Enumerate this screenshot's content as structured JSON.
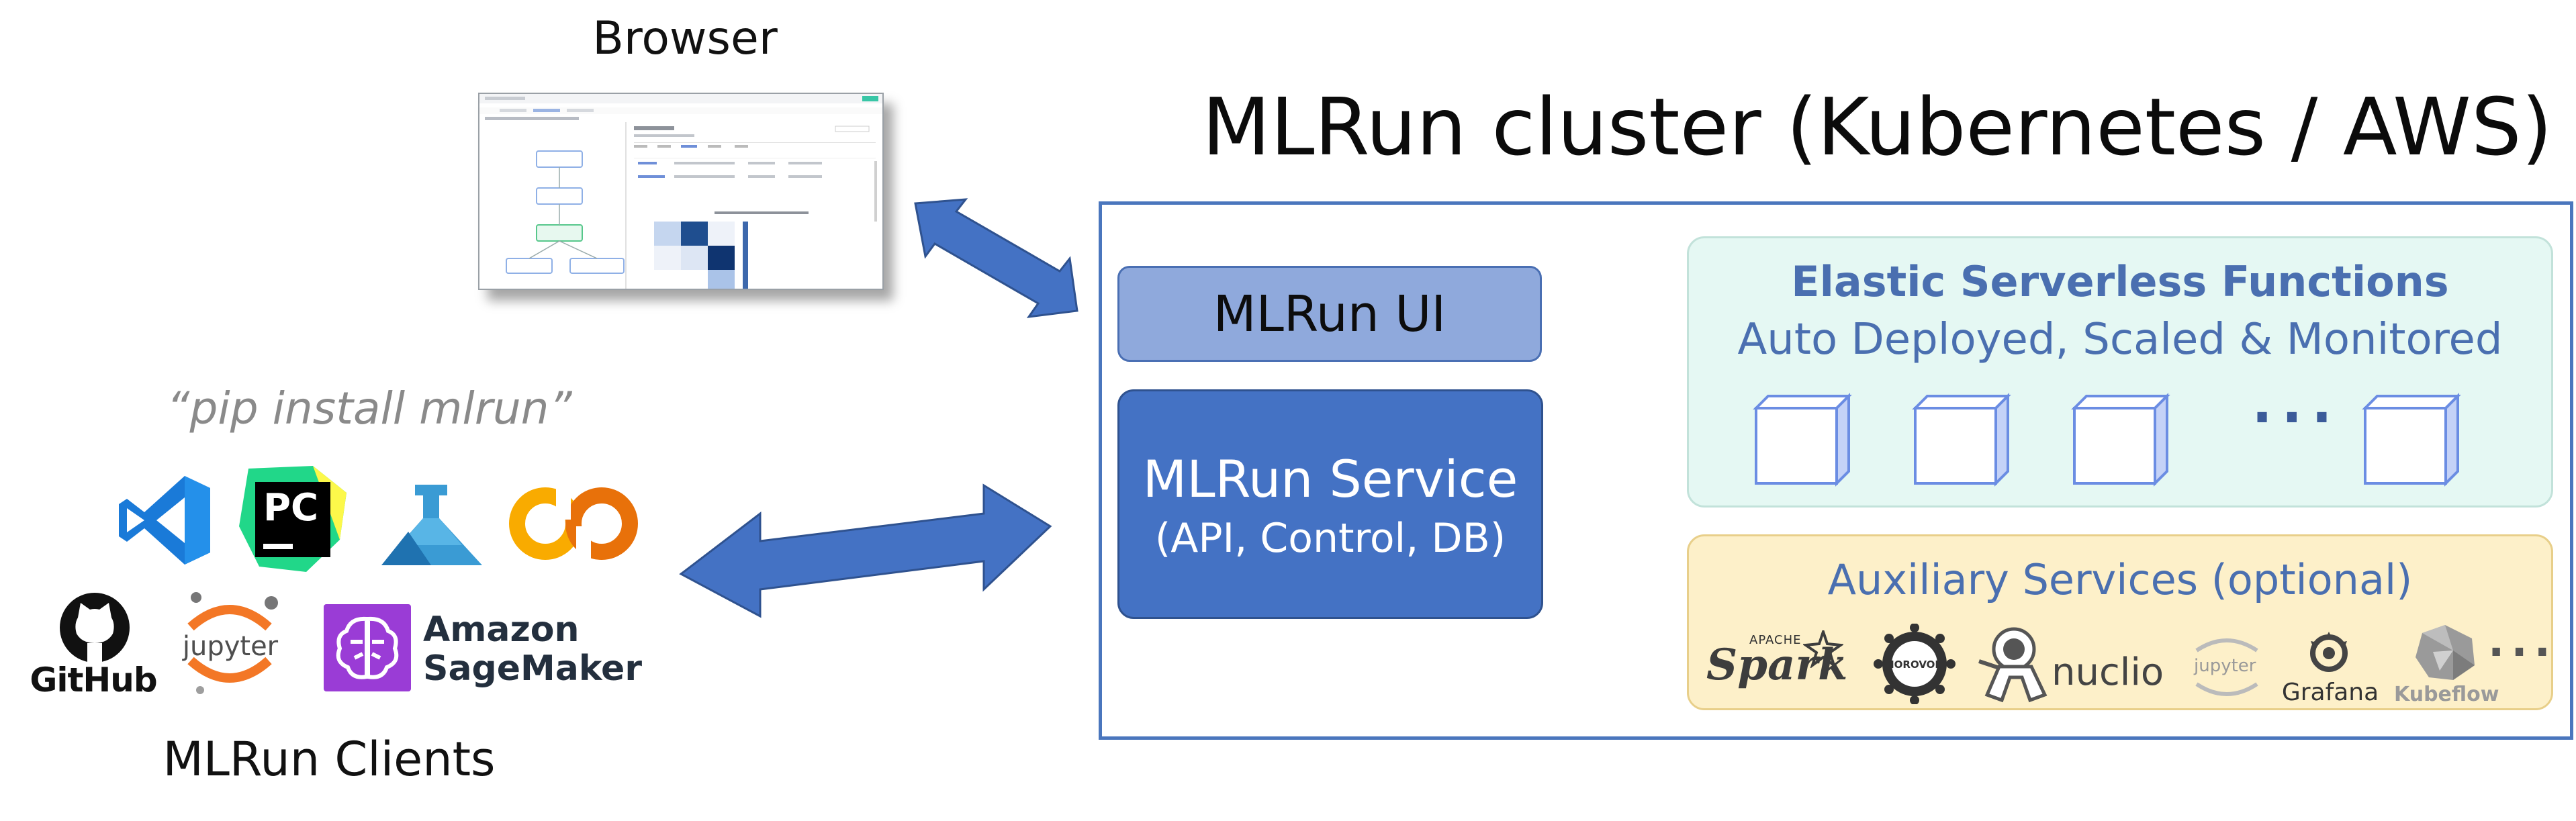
{
  "browser": {
    "label": "Browser"
  },
  "cluster": {
    "title": "MLRun cluster (Kubernetes / AWS)"
  },
  "ui_box": {
    "label": "MLRun UI"
  },
  "service_box": {
    "title": "MLRun Service",
    "subtitle": "(API, Control, DB)"
  },
  "serverless": {
    "title": "Elastic Serverless Functions",
    "subtitle": "Auto Deployed, Scaled & Monitored",
    "ellipsis": "...",
    "cube_icon": "cube-icon"
  },
  "auxiliary": {
    "title": "Auxiliary Services (optional)",
    "logos": [
      {
        "name": "spark-logo",
        "text": "Spark",
        "small": "APACHE"
      },
      {
        "name": "horovod-logo",
        "text": "HOROVOD"
      },
      {
        "name": "nuclio-logo",
        "text": "nuclio"
      },
      {
        "name": "jupyter-logo",
        "text": "jupyter"
      },
      {
        "name": "grafana-logo",
        "text": "Grafana"
      },
      {
        "name": "kubeflow-logo",
        "text": "Kubeflow"
      }
    ],
    "ellipsis": "..."
  },
  "clients": {
    "pip_command": "“pip install mlrun”",
    "label": "MLRun Clients",
    "logos": [
      {
        "name": "vscode-logo"
      },
      {
        "name": "pycharm-logo",
        "text": "PC"
      },
      {
        "name": "azure-ml-logo"
      },
      {
        "name": "colab-logo",
        "text": "CO"
      },
      {
        "name": "github-logo",
        "text": "GitHub"
      },
      {
        "name": "jupyter-logo",
        "text": "jupyter"
      },
      {
        "name": "sagemaker-logo",
        "text1": "Amazon",
        "text2": "SageMaker"
      }
    ]
  },
  "colors": {
    "arrow": "#4472c4",
    "cluster_border": "#4a76bd",
    "ui_box": "#8fa9dc",
    "service_box": "#4472c4",
    "serverless_bg": "#e5f8f3",
    "aux_bg": "#fdf0c9",
    "title_blue": "#4a6fb0"
  }
}
